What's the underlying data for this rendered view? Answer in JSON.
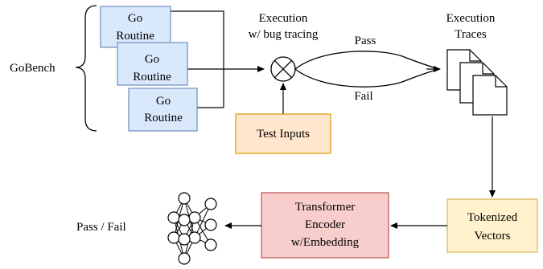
{
  "gobench_label": "GoBench",
  "go_routines": [
    {
      "line1": "Go",
      "line2": "Routine"
    },
    {
      "line1": "Go",
      "line2": "Routine"
    },
    {
      "line1": "Go",
      "line2": "Routine"
    }
  ],
  "execution_label_1": "Execution",
  "execution_label_2": "w/ bug tracing",
  "pass_label": "Pass",
  "fail_label": "Fail",
  "test_inputs_label": "Test Inputs",
  "traces_label_1": "Execution",
  "traces_label_2": "Traces",
  "tokenized_label_1": "Tokenized",
  "tokenized_label_2": "Vectors",
  "transformer_label_1": "Transformer",
  "transformer_label_2": "Encoder",
  "transformer_label_3": "w/Embedding",
  "output_label": "Pass / Fail",
  "colors": {
    "goroutine_fill": "#dae8fc",
    "goroutine_stroke": "#6c8ebf",
    "test_fill": "#ffe6cc",
    "test_stroke": "#d79b00",
    "token_fill": "#fff2cc",
    "token_stroke": "#d6b656",
    "transformer_fill": "#f8cecc",
    "transformer_stroke": "#b85450"
  }
}
